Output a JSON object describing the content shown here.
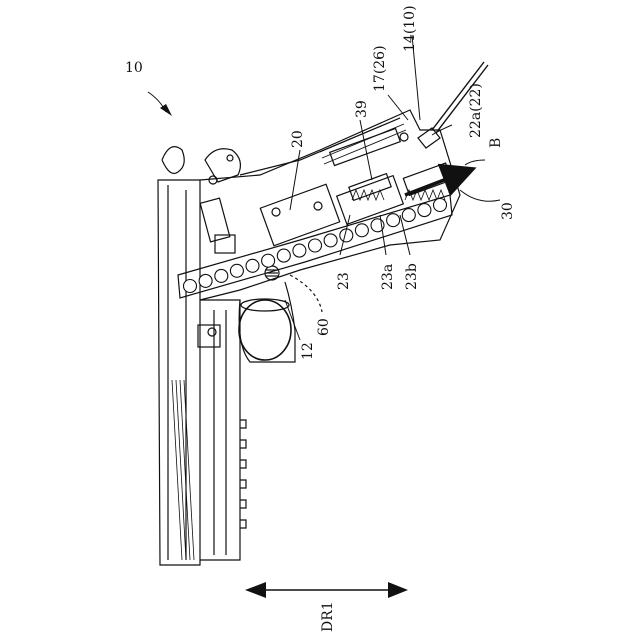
{
  "labels": {
    "ref_10": "10",
    "ref_20": "20",
    "ref_39": "39",
    "ref_17_26": "17(26)",
    "ref_14_10": "14(10)",
    "ref_22a_22": "22a(22)",
    "ref_B": "B",
    "ref_30": "30",
    "ref_23": "23",
    "ref_23a": "23a",
    "ref_23b": "23b",
    "ref_60": "60",
    "ref_12": "12",
    "ref_DR1": "DR1"
  },
  "colors": {
    "ink": "#111111",
    "paper": "#ffffff"
  },
  "ball_count": 17
}
